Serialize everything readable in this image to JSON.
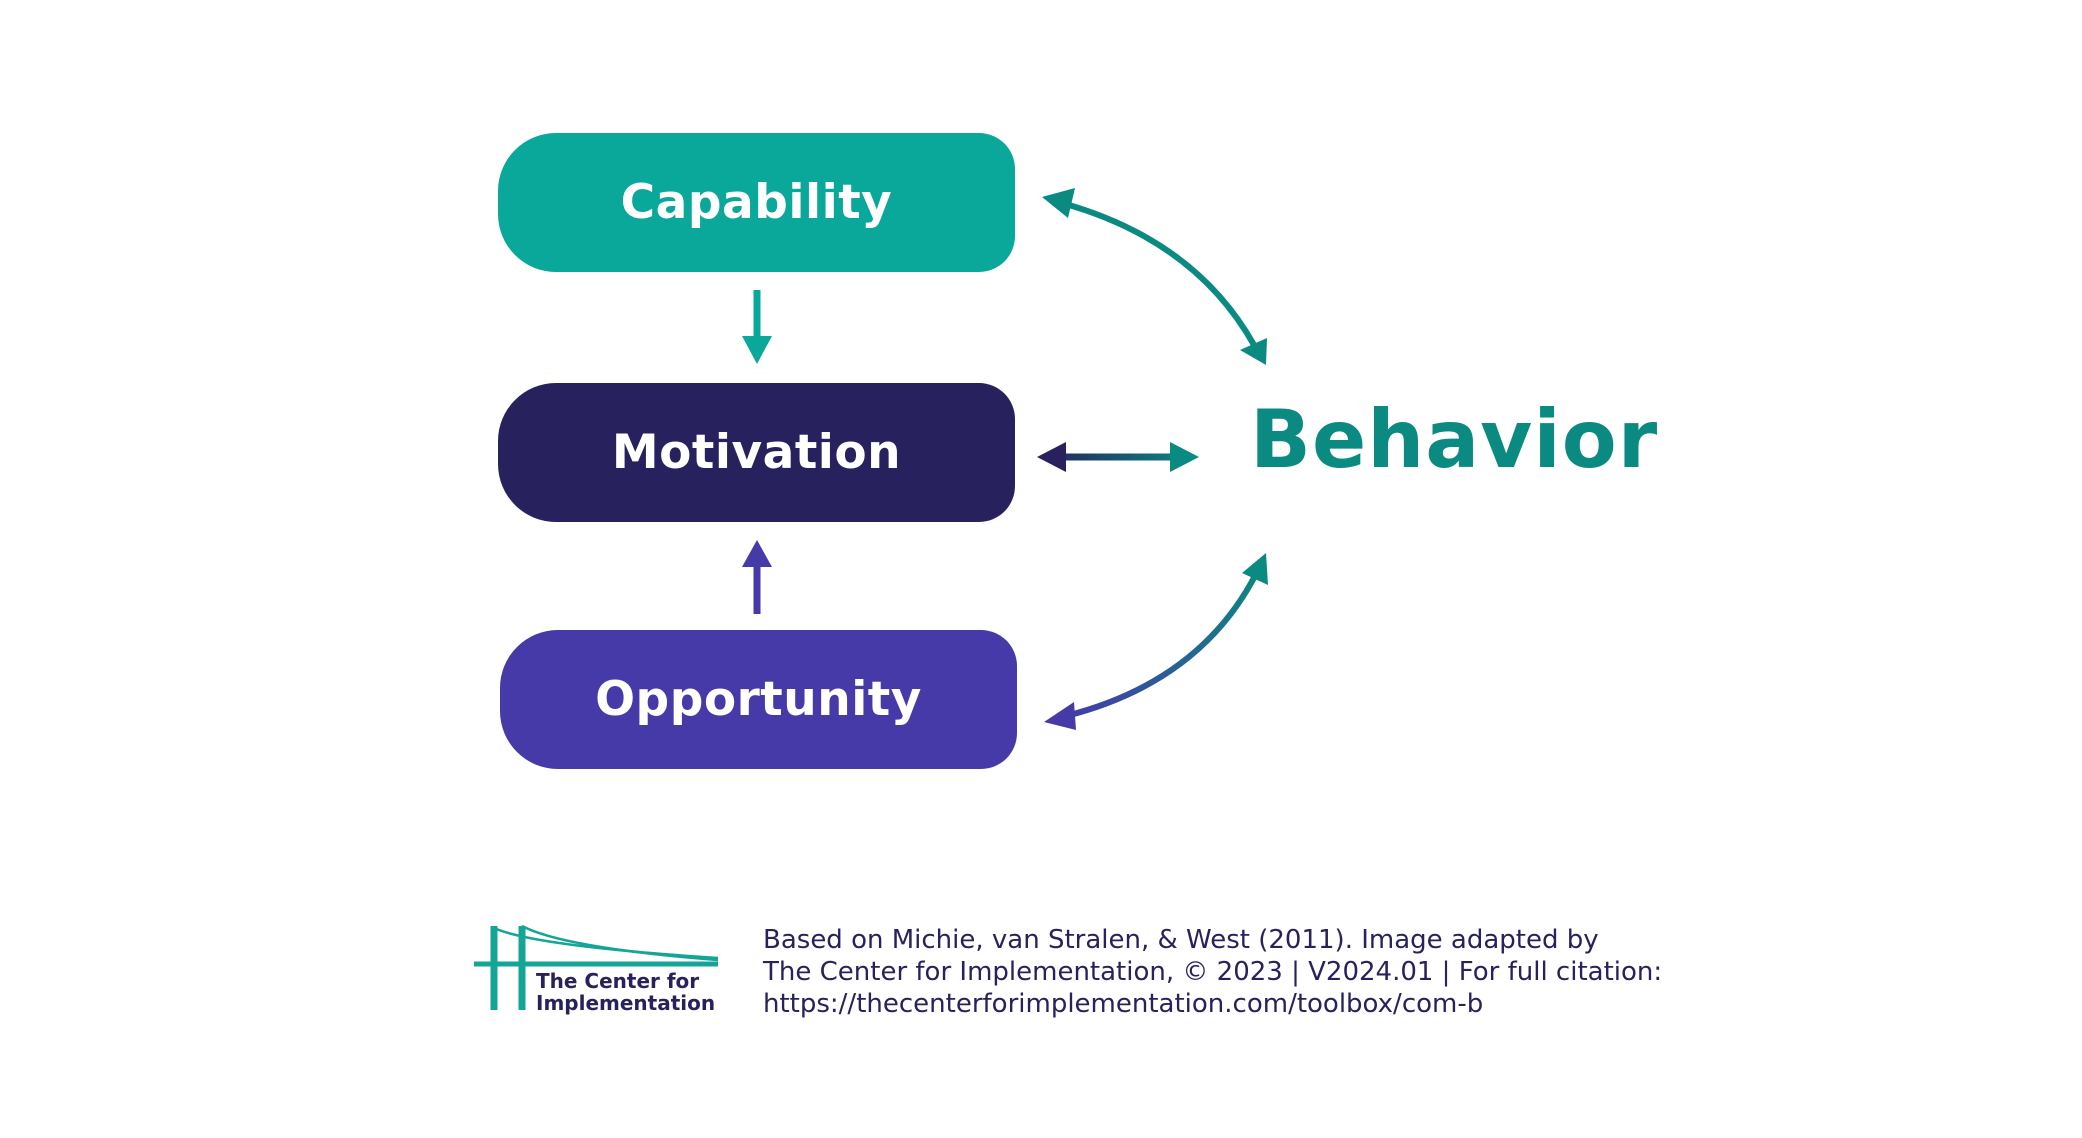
{
  "diagram": {
    "boxes": {
      "capability": "Capability",
      "motivation": "Motivation",
      "opportunity": "Opportunity"
    },
    "behavior": "Behavior"
  },
  "colors": {
    "capability": "#0aa79b",
    "motivation": "#27225e",
    "opportunity": "#453aa8",
    "behavior_text": "#0a8a80",
    "citation_text": "#27225e"
  },
  "footer": {
    "logo": {
      "line1": "The Center for",
      "line2": "Implementation",
      "icon": "bridge-icon"
    },
    "citation": {
      "line1": "Based on Michie, van Stralen, & West (2011). Image adapted by",
      "line2": "The Center for Implementation, © 2023 | V2024.01 | For full citation:",
      "line3": "https://thecenterforimplementation.com/toolbox/com-b"
    }
  }
}
